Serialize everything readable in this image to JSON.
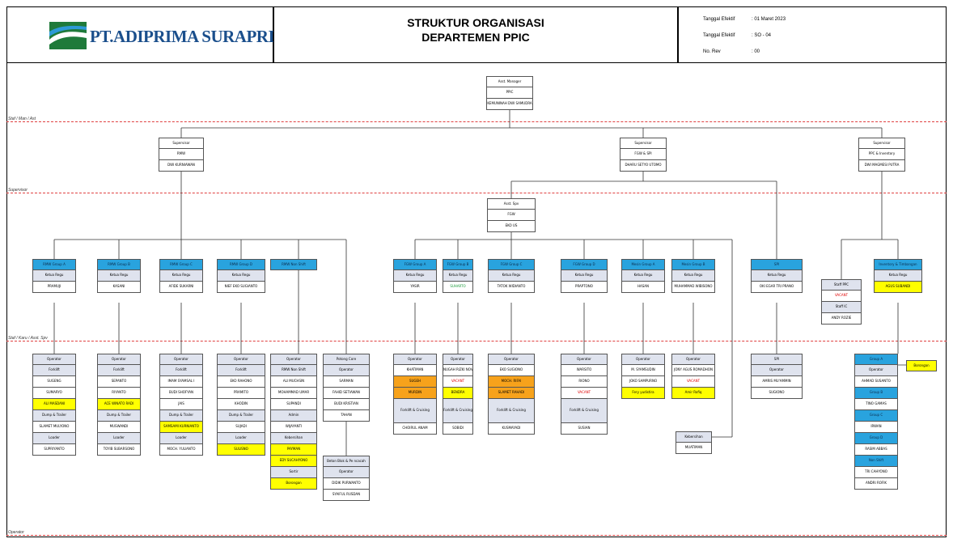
{
  "header": {
    "company_name": "PT.ADIPRIMA SURAPRINTA",
    "title_line1": "STRUKTUR ORGANISASI",
    "title_line2": "DEPARTEMEN  PPIC",
    "meta": [
      {
        "label": "Tanggal Efektif",
        "value": ": 01 Maret 2023"
      },
      {
        "label": "Tanggal Efektif",
        "value": ": SO - 04"
      },
      {
        "label": "No. Rev",
        "value": ": 00"
      }
    ]
  },
  "levels": [
    "Staf / Man / Ast",
    "Supervisor",
    "Staf / Karu / Asst. Spv",
    "Operator"
  ],
  "colors": {
    "blue": "#29a3de",
    "grey": "#dfe3ee",
    "yellow": "#ffff00",
    "orange": "#f7a21b",
    "red": "#e00000",
    "level_line": "#e04040"
  },
  "nodes": {
    "mgr": [
      {
        "t": "Asst. Manager"
      },
      {
        "t": "PPIC"
      },
      {
        "t": "KEMUNINAH DWI SAMUDRA"
      }
    ],
    "sv1": [
      {
        "t": "Supervisor"
      },
      {
        "t": "RMW"
      },
      {
        "t": "DWI KURNIAWAN"
      }
    ],
    "sv2": [
      {
        "t": "Supervisor"
      },
      {
        "t": "FGW & SPI"
      },
      {
        "t": "DHARU SETYO UTOMO"
      }
    ],
    "sv3": [
      {
        "t": "Supervisor"
      },
      {
        "t": "PPC & Inventory"
      },
      {
        "t": "DWI MAGMESI PUTRA"
      }
    ],
    "fgwspv": [
      {
        "t": "Asst. Spv"
      },
      {
        "t": "FGW"
      },
      {
        "t": "EKO US"
      }
    ],
    "rmwA": [
      {
        "t": "RMW Group A",
        "c": "blue"
      },
      {
        "t": "Ketua Regu",
        "c": "grey"
      },
      {
        "t": "PRAMUJI"
      }
    ],
    "rmwB": [
      {
        "t": "RMW Group B",
        "c": "blue"
      },
      {
        "t": "Ketua Regu",
        "c": "grey"
      },
      {
        "t": "KASANI"
      }
    ],
    "rmwC": [
      {
        "t": "RMW Group C",
        "c": "blue"
      },
      {
        "t": "Ketua Regu",
        "c": "grey"
      },
      {
        "t": "AFIDE SUKARNI"
      }
    ],
    "rmwD": [
      {
        "t": "RMW Group D",
        "c": "blue"
      },
      {
        "t": "Ketua Regu",
        "c": "grey"
      },
      {
        "t": "NIEF EKO SUGIANTO"
      }
    ],
    "rmwNS": [
      {
        "t": "RMW Non Shift",
        "c": "blue"
      }
    ],
    "fgwA": [
      {
        "t": "FGW Group A",
        "c": "blue"
      },
      {
        "t": "Ketua Regu",
        "c": "grey"
      },
      {
        "t": "YASIR"
      }
    ],
    "fgwB": [
      {
        "t": "FGW Group B",
        "c": "blue"
      },
      {
        "t": "Ketua Regu",
        "c": "grey"
      },
      {
        "t": "SUHARTO",
        "c": "green"
      }
    ],
    "fgwC": [
      {
        "t": "FGW Group C",
        "c": "blue"
      },
      {
        "t": "Ketua Regu",
        "c": "grey"
      },
      {
        "t": "TATOK WIDIANTO"
      }
    ],
    "fgwD": [
      {
        "t": "FGW Group D",
        "c": "blue"
      },
      {
        "t": "Ketua Regu",
        "c": "grey"
      },
      {
        "t": "PRAPTONO"
      }
    ],
    "mwA": [
      {
        "t": "Mesin Group A",
        "c": "blue"
      },
      {
        "t": "Ketua Regu",
        "c": "grey"
      },
      {
        "t": "HASAN"
      }
    ],
    "mwB": [
      {
        "t": "Mesin Group B",
        "c": "blue"
      },
      {
        "t": "Ketua Regu",
        "c": "grey"
      },
      {
        "t": "MUHAMMAD WIBISONO"
      }
    ],
    "spi": [
      {
        "t": "SPI",
        "c": "blue"
      },
      {
        "t": "Ketua Regu",
        "c": "grey"
      },
      {
        "t": "OKI EGAR TRI PRANO"
      }
    ],
    "staffppc": [
      {
        "t": "Staff PPC",
        "c": "grey"
      },
      {
        "t": "VACANT",
        "c": "red"
      },
      {
        "t": "Staff IC",
        "c": "grey"
      },
      {
        "t": "ANDY ROZIE"
      }
    ],
    "invcol": [
      {
        "t": "Inventory & Timbangan",
        "c": "blue"
      },
      {
        "t": "Ketua Regu",
        "c": "grey"
      },
      {
        "t": "AGUS SUBANDI",
        "c": "yellow"
      }
    ],
    "opA": [
      {
        "t": "Operator",
        "c": "grey"
      },
      {
        "t": "Forklift",
        "c": "grey"
      },
      {
        "t": "SUGENG"
      },
      {
        "t": "SUMARYO"
      },
      {
        "t": "ALI MASDANI",
        "c": "yellow"
      },
      {
        "t": "Dump & Trailer",
        "c": "grey"
      },
      {
        "t": "SLAMET MULYONO"
      },
      {
        "t": "Loader",
        "c": "grey"
      },
      {
        "t": "SUPRIYANTO"
      }
    ],
    "opB": [
      {
        "t": "Operator",
        "c": "grey"
      },
      {
        "t": "Forklift",
        "c": "grey"
      },
      {
        "t": "SEPANTO"
      },
      {
        "t": "RIYANTO"
      },
      {
        "t": "ACE WINATO RADI",
        "c": "yellow"
      },
      {
        "t": "Dump & Trailer",
        "c": "grey"
      },
      {
        "t": "MUSWANDI"
      },
      {
        "t": "Loader",
        "c": "grey"
      },
      {
        "t": "TOYIB SUBARSONO"
      }
    ],
    "opC": [
      {
        "t": "Operator",
        "c": "grey"
      },
      {
        "t": "Forklift",
        "c": "grey"
      },
      {
        "t": "IMAM SYAMSAL I"
      },
      {
        "t": "BUDI SHOFYAN"
      },
      {
        "t": "JAIS"
      },
      {
        "t": "Dump & Trailer",
        "c": "grey"
      },
      {
        "t": "SAMSAMI KURNIANTO",
        "c": "yellow"
      },
      {
        "t": "Loader",
        "c": "grey"
      },
      {
        "t": "MOCH. YULIANTO"
      }
    ],
    "opD": [
      {
        "t": "Operator",
        "c": "grey"
      },
      {
        "t": "Forklift",
        "c": "grey"
      },
      {
        "t": "EKO RAHONO"
      },
      {
        "t": "PRAMITO"
      },
      {
        "t": "KHODIN"
      },
      {
        "t": "Dump & Trailer",
        "c": "grey"
      },
      {
        "t": "SUJADI"
      },
      {
        "t": "Loader",
        "c": "grey"
      },
      {
        "t": "SULISNO",
        "c": "yellow"
      }
    ],
    "opNS": [
      {
        "t": "Operator",
        "c": "grey"
      },
      {
        "t": "RMW Non Shift",
        "c": "grey"
      },
      {
        "t": "ALI MUCHSIN"
      },
      {
        "t": "MOHAMMAD UMAR"
      },
      {
        "t": "SUPANDI"
      },
      {
        "t": "Admin",
        "c": "grey"
      },
      {
        "t": "WIJAYANTI"
      },
      {
        "t": "Kebersihan",
        "c": "grey"
      },
      {
        "t": "PAYMAN",
        "c": "yellow"
      },
      {
        "t": "EDY SUCAHYONO",
        "c": "yellow"
      },
      {
        "t": "Sortir",
        "c": "grey"
      },
      {
        "t": "Borongan",
        "c": "yellow"
      }
    ],
    "opPC": [
      {
        "t": "Potong Core",
        "c": "grey"
      },
      {
        "t": "Operator",
        "c": "grey"
      },
      {
        "t": "SARMAN"
      },
      {
        "t": "FAHID SETIAWAN"
      },
      {
        "t": "BUDI KRISTIAN"
      },
      {
        "t": "TAHAN"
      }
    ],
    "opBB": [
      {
        "t": "Beton Blok & Pe ncacah",
        "c": "grey"
      },
      {
        "t": "Operator",
        "c": "grey"
      },
      {
        "t": "DIDIK PURWANTO"
      },
      {
        "t": "SYAIFUL RUSDAN"
      }
    ],
    "opFA": [
      {
        "t": "Operator",
        "c": "grey"
      },
      {
        "t": "KHATIMAN"
      },
      {
        "t": "SUGEH",
        "c": "orange"
      },
      {
        "t": "MURDIN",
        "c": "orange"
      },
      {
        "t": "Forklift & Cruising",
        "c": "grey",
        "h": "xtall"
      },
      {
        "t": "CHOIRUL ANAM"
      }
    ],
    "opFB": [
      {
        "t": "Operator",
        "c": "grey"
      },
      {
        "t": "NUGAH RIZKI NOVIA"
      },
      {
        "t": "VACANT",
        "c": "red"
      },
      {
        "t": "BENDRA",
        "c": "yellow"
      },
      {
        "t": "Forklift & Cruising",
        "c": "grey",
        "h": "xtall"
      },
      {
        "t": "SOBIDI"
      }
    ],
    "opFC": [
      {
        "t": "Operator",
        "c": "grey"
      },
      {
        "t": "EKO SUGIONO"
      },
      {
        "t": "MOCH. RIFAI",
        "c": "orange"
      },
      {
        "t": "SLAMET RAHADI",
        "c": "orange"
      },
      {
        "t": "Forklift & Cruising",
        "c": "grey",
        "h": "xtall"
      },
      {
        "t": "KUSMAYADI"
      }
    ],
    "opFD": [
      {
        "t": "Operator",
        "c": "grey"
      },
      {
        "t": "WARSITO"
      },
      {
        "t": "RIONO"
      },
      {
        "t": "VACANT",
        "c": "red"
      },
      {
        "t": "Forklift & Cruising",
        "c": "grey",
        "h": "xtall"
      },
      {
        "t": "SUSIAN"
      }
    ],
    "opMA": [
      {
        "t": "Operator",
        "c": "grey"
      },
      {
        "t": "M. SYAMSUDIN"
      },
      {
        "t": "JOKO SAMPURNO"
      },
      {
        "t": "Fery yudistira",
        "c": "yellow"
      }
    ],
    "opMB": [
      {
        "t": "Operator",
        "c": "grey"
      },
      {
        "t": "JONY AGUS ROMADHON"
      },
      {
        "t": "VACANT",
        "c": "red"
      },
      {
        "t": "Amir Rofiq",
        "c": "yellow"
      }
    ],
    "keb": [
      {
        "t": "Kebersihan",
        "c": "grey"
      },
      {
        "t": "MUATIMAN"
      }
    ],
    "opSPI": [
      {
        "t": "SPI",
        "c": "grey"
      },
      {
        "t": "Operator",
        "c": "grey"
      },
      {
        "t": "AMRIS MU'AMMIN"
      },
      {
        "t": "SUGIONO"
      }
    ],
    "opInv": [
      {
        "t": "Group A",
        "c": "blue"
      },
      {
        "t": "Operator",
        "c": "grey"
      },
      {
        "t": "AHMAD SUSANTO"
      },
      {
        "t": "Group B",
        "c": "blue"
      },
      {
        "t": "TINO GAMAS"
      },
      {
        "t": "Group C",
        "c": "blue"
      },
      {
        "t": "IRWAN"
      },
      {
        "t": "Group D",
        "c": "blue"
      },
      {
        "t": "RASIM ABBAS"
      },
      {
        "t": "Non Shift",
        "c": "blue"
      },
      {
        "t": "TRI CAHYONO"
      },
      {
        "t": "ANDRI ROFIK"
      }
    ]
  },
  "borongan_label": "Borongan"
}
